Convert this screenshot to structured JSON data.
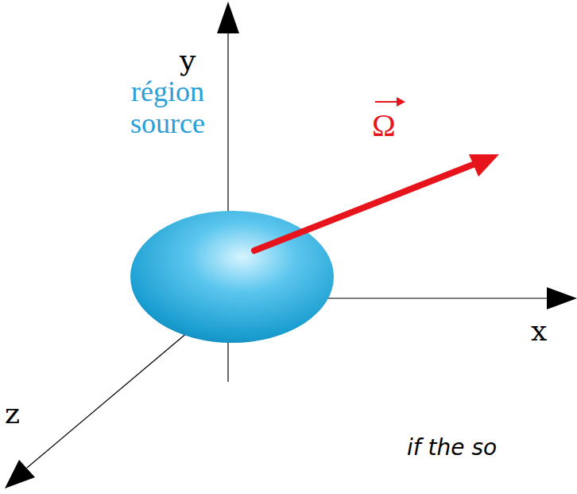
{
  "diagram": {
    "labels": [
      "y",
      "x",
      "z",
      "région source",
      "Ω",
      "if the so"
    ]
  }
}
